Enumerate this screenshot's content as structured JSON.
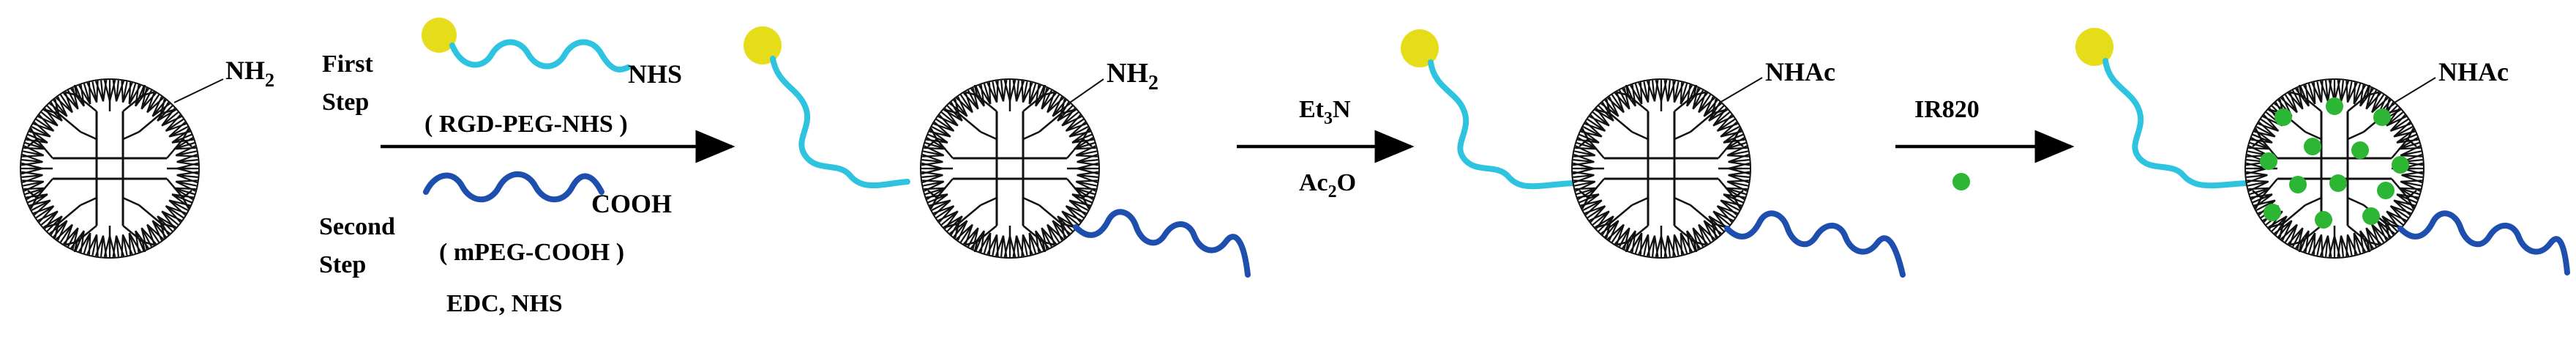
{
  "labels": {
    "nh2_1": "NH",
    "nh2_1_sub": "2",
    "first_step_line1": "First",
    "first_step_line2": "Step",
    "nhs_end": "NHS",
    "rgd_peg_nhs": "( RGD-PEG-NHS )",
    "cooh_end": "COOH",
    "second_step_line1": "Second",
    "second_step_line2": "Step",
    "mpeg_cooh": "( mPEG-COOH )",
    "edc_nhs": "EDC,   NHS",
    "nh2_2": "NH",
    "nh2_2_sub": "2",
    "et3n_a": "Et",
    "et3n_sub": "3",
    "et3n_b": "N",
    "ac2o_a": "Ac",
    "ac2o_sub": "2",
    "ac2o_b": "O",
    "nhac_1": "NHAc",
    "ir820": "IR820",
    "nhac_2": "NHAc"
  },
  "colors": {
    "rgd_ball": "#e6dd1a",
    "rgd_peg_chain": "#2ec4e0",
    "mpeg_chain": "#1f4fae",
    "ir820_dot": "#2db534",
    "dendrimer_line": "#111111"
  }
}
